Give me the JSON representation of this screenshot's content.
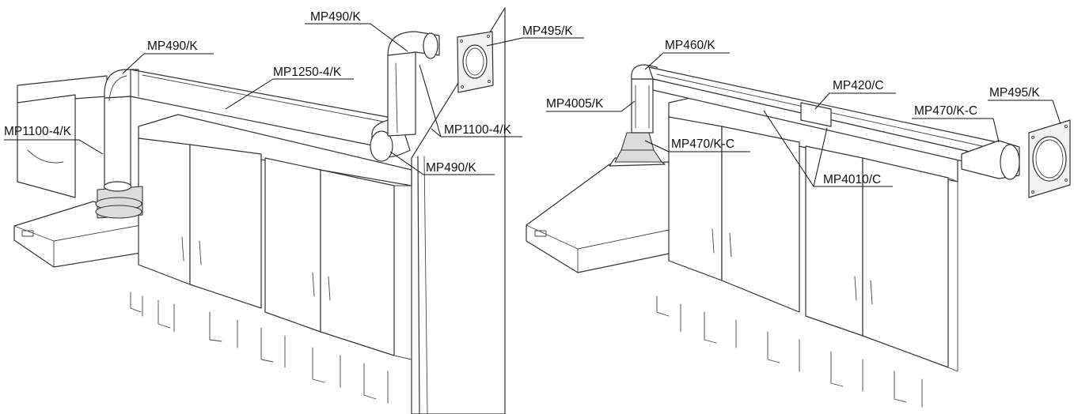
{
  "left_figure": {
    "labels": {
      "elbow_top_left": "MP490/K",
      "elbow_top_right": "MP490/K",
      "pipe_horizontal": "MP1250-4/K",
      "pipe_vertical_left": "MP1100-4/K",
      "pipe_vertical_right": "MP1100-4/K",
      "elbow_bottom_right": "MP490/K",
      "wall_plate": "MP495/K"
    }
  },
  "right_figure": {
    "labels": {
      "elbow_top": "MP460/K",
      "adapter_vertical": "MP4005/K",
      "connector": "MP420/C",
      "wall_plate": "MP495/K",
      "transition_right": "MP470/K-C",
      "transition_hood": "MP470/K-C",
      "channel": "MP4010/C"
    }
  }
}
